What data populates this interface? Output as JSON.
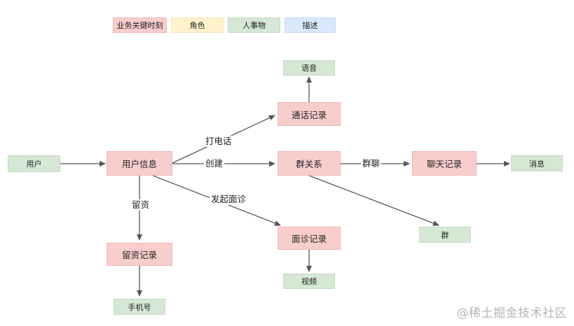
{
  "legend": {
    "key_moment": "业务关键时刻",
    "role": "角色",
    "entity": "人事物",
    "description": "描述"
  },
  "nodes": {
    "user": "用户",
    "user_info": "用户信息",
    "voice": "语音",
    "call_record": "通话记录",
    "group_relation": "群关系",
    "chat_record": "聊天记录",
    "message": "消息",
    "group": "群",
    "consult_record": "面诊记录",
    "video": "视频",
    "retention_record": "留资记录",
    "phone_number": "手机号"
  },
  "edges": {
    "call": "打电话",
    "create": "创建",
    "group_chat": "群聊",
    "start_consult": "发起面诊",
    "leave_info": "留资"
  },
  "colors": {
    "key_moment": "#f8cecc",
    "role": "#fff2cc",
    "entity": "#d5e8d4",
    "description": "#dae8fc",
    "arrow": "#555555"
  },
  "watermark": "@稀土掘金技术社区"
}
